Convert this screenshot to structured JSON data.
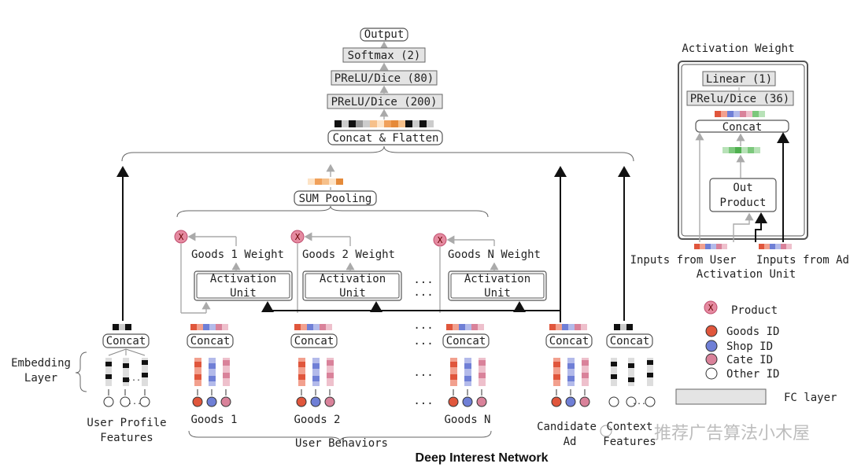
{
  "top": {
    "output": "Output",
    "softmax": "Softmax (2)",
    "prelu80": "PReLU/Dice (80)",
    "prelu200": "PReLU/Dice (200)",
    "concat_flatten": "Concat & Flatten",
    "sum_pooling": "SUM Pooling"
  },
  "middle": {
    "goods1_weight": "Goods 1 Weight",
    "goods2_weight": "Goods 2 Weight",
    "goodsN_weight": "Goods N Weight",
    "activation_unit_line1": "Activation",
    "activation_unit_line2": "Unit",
    "ellipsis": "..."
  },
  "bottom": {
    "concat": "Concat",
    "embedding_line1": "Embedding",
    "embedding_line2": "Layer",
    "user_profile_line1": "User Profile",
    "user_profile_line2": "Features",
    "goods1": "Goods 1",
    "goods2": "Goods 2",
    "goodsN": "Goods N",
    "candidate_line1": "Candidate",
    "candidate_line2": "Ad",
    "context_line1": "Context",
    "context_line2": "Features",
    "user_behaviors": "User Behaviors",
    "title": "Deep Interest Network"
  },
  "inset": {
    "title": "Activation Weight",
    "linear": "Linear (1)",
    "prelu36": "PRelu/Dice (36)",
    "concat": "Concat",
    "out_product_line1": "Out",
    "out_product_line2": "Product",
    "inputs_user_line1": "Inputs from User",
    "inputs_user_line2": "Activation Unit",
    "inputs_ad": "Inputs from Ad"
  },
  "legend": {
    "product_symbol": "X",
    "product": "Product",
    "goods_id": "Goods ID",
    "shop_id": "Shop ID",
    "cate_id": "Cate ID",
    "other_id": "Other ID",
    "fc_layer": "FC layer"
  },
  "watermark": "推荐广告算法小木屋",
  "colors": {
    "goods": "#e0563c",
    "shop": "#6f7fd6",
    "cate": "#d9829a",
    "other": "#ffffff",
    "orange": "#f0a05a",
    "green": "#7cc87c"
  }
}
